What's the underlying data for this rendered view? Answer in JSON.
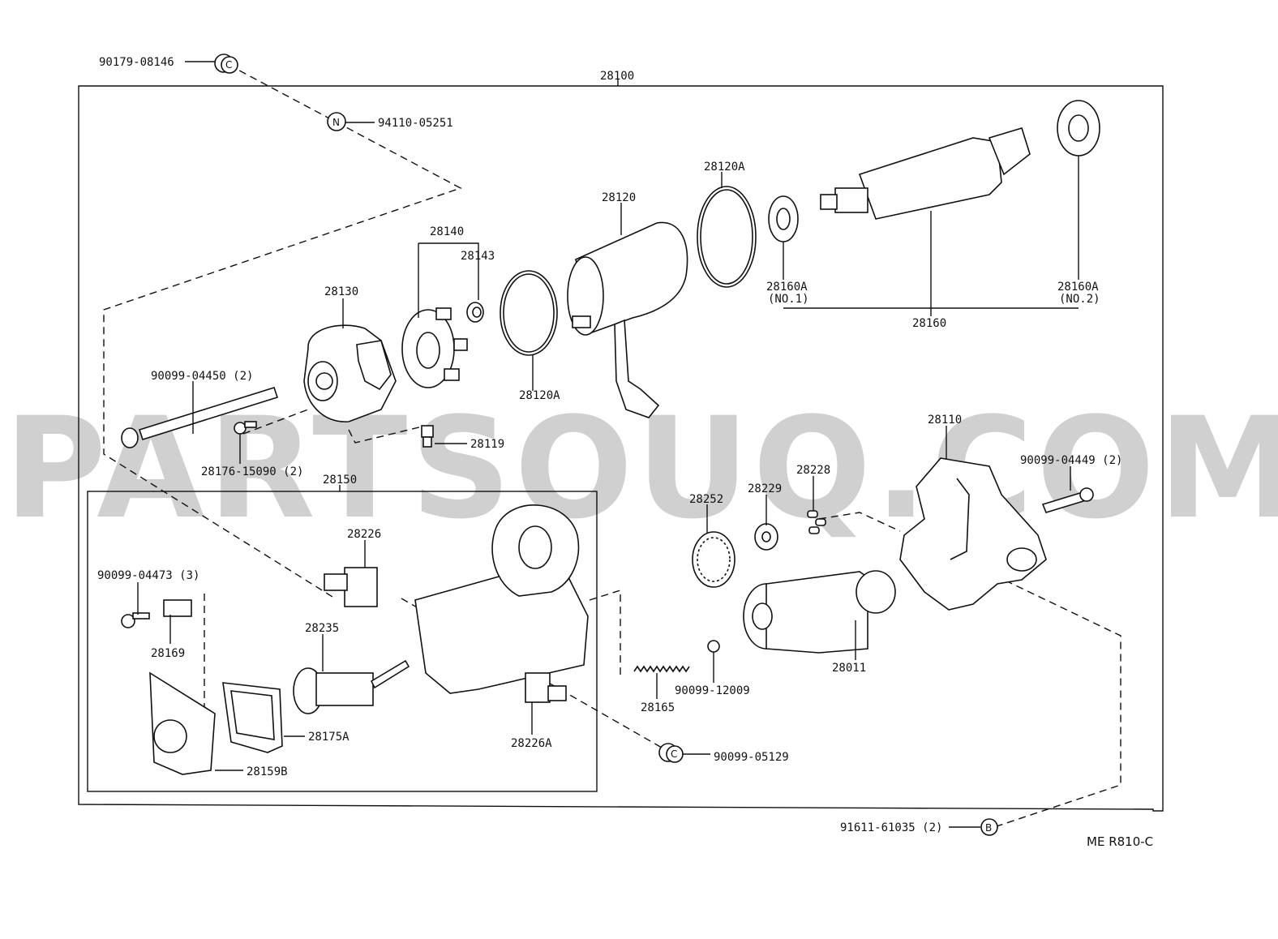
{
  "watermark": "PARTSOUQ.COM",
  "figure_code": "ME R810-C",
  "labels": {
    "p90179": "90179-08146",
    "p28100": "28100",
    "p94110": "94110-05251",
    "p28120A_top": "28120A",
    "p28120": "28120",
    "p28140": "28140",
    "p28143": "28143",
    "p28130": "28130",
    "p28120A_bottom": "28120A",
    "p28160A_1": "28160A",
    "p28160A_1_sub": "(NO.1)",
    "p28160A_2": "28160A",
    "p28160A_2_sub": "(NO.2)",
    "p28160": "28160",
    "p90099_04450": "90099-04450 (2)",
    "p28176": "28176-15090 (2)",
    "p28119": "28119",
    "p28110": "28110",
    "p90099_04449": "90099-04449 (2)",
    "p28150": "28150",
    "p28228": "28228",
    "p28229": "28229",
    "p28252": "28252",
    "p28226": "28226",
    "p90099_04473": "90099-04473 (3)",
    "p28169": "28169",
    "p28235": "28235",
    "p28175A": "28175A",
    "p28159B": "28159B",
    "p28226A": "28226A",
    "p28165": "28165",
    "p90099_12009": "90099-12009",
    "p28011": "28011",
    "p90099_05129": "90099-05129",
    "p91611": "91611-61035 (2)"
  },
  "markers": {
    "c_top": "C",
    "n_top": "N",
    "c_bottom": "C",
    "b_bottom": "B"
  }
}
